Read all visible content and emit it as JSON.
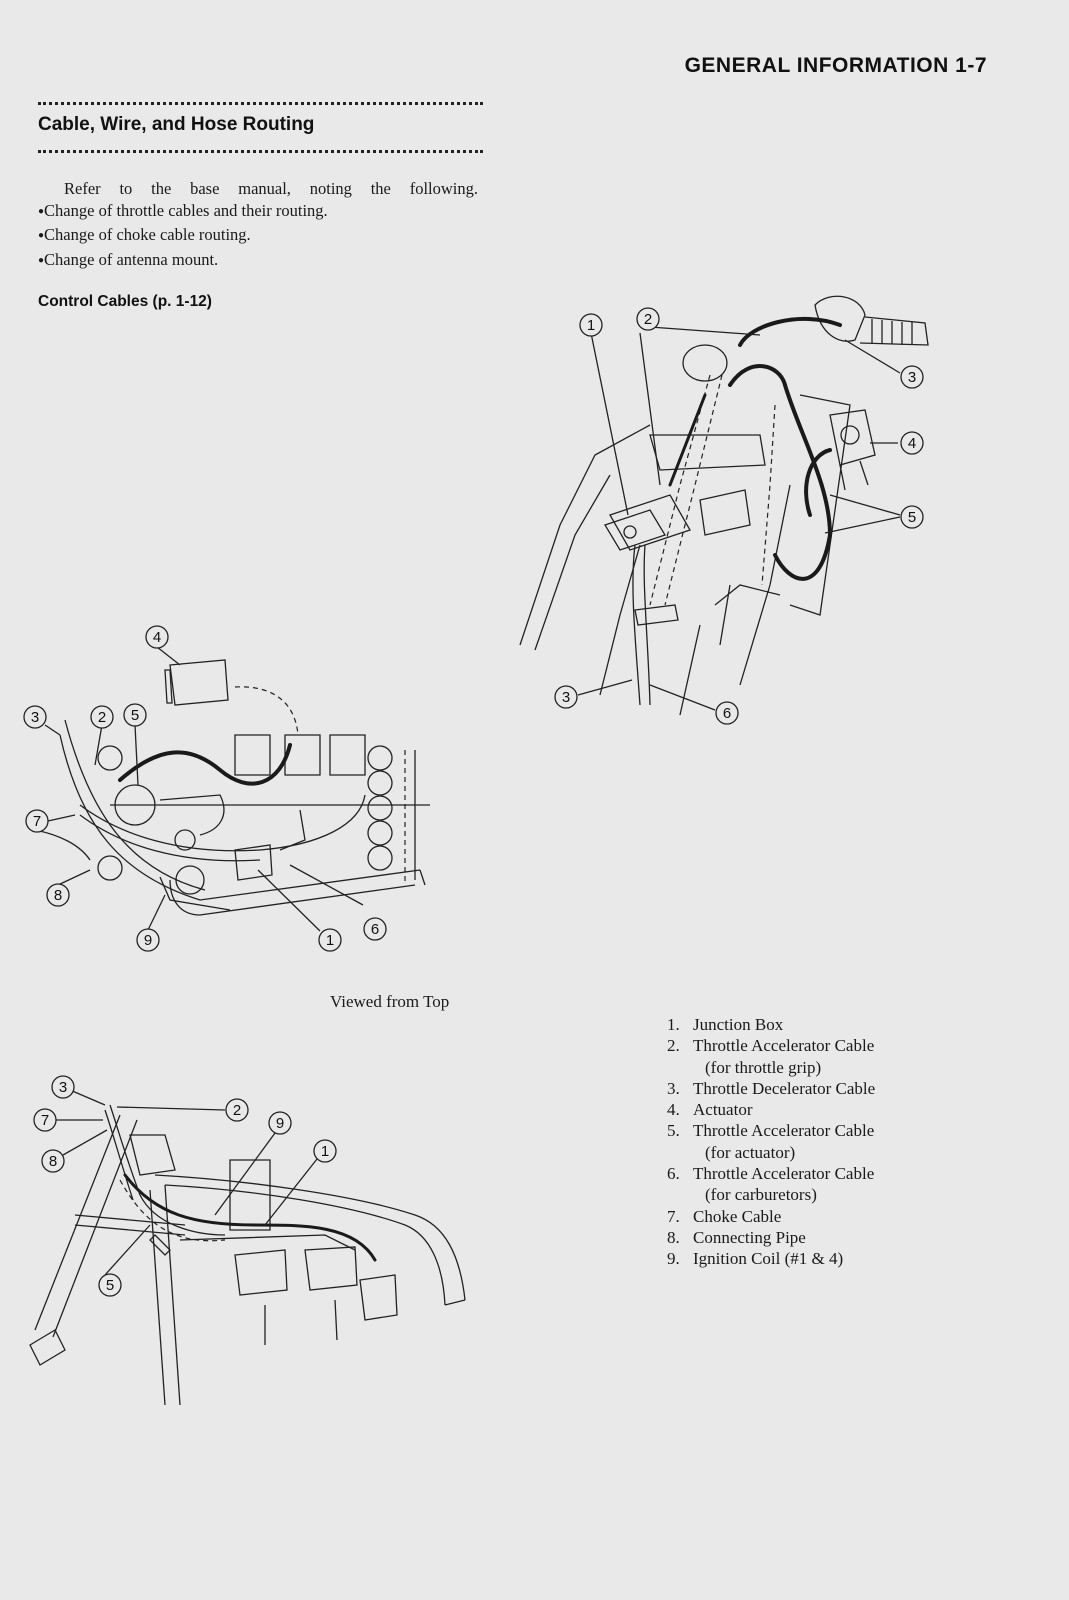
{
  "header": {
    "title": "GENERAL INFORMATION 1-7"
  },
  "section": {
    "title": "Cable, Wire, and Hose Routing"
  },
  "intro": {
    "lead": "Refer to the base manual, noting the following.",
    "bullets": [
      "Change of throttle cables and their routing.",
      "Change of choke cable routing.",
      "Change of antenna mount."
    ]
  },
  "subhead": "Control Cables (p. 1-12)",
  "caption": "Viewed from Top",
  "callouts": {
    "c1": "1",
    "c2": "2",
    "c3": "3",
    "c4": "4",
    "c5": "5",
    "c6": "6",
    "c7": "7",
    "c8": "8",
    "c9": "9"
  },
  "legend": [
    {
      "num": "1.",
      "label": "Junction Box",
      "sub": ""
    },
    {
      "num": "2.",
      "label": "Throttle Accelerator Cable",
      "sub": "(for throttle grip)"
    },
    {
      "num": "3.",
      "label": "Throttle Decelerator Cable",
      "sub": ""
    },
    {
      "num": "4.",
      "label": "Actuator",
      "sub": ""
    },
    {
      "num": "5.",
      "label": "Throttle Accelerator Cable",
      "sub": "(for actuator)"
    },
    {
      "num": "6.",
      "label": "Throttle Accelerator Cable",
      "sub": "(for carburetors)"
    },
    {
      "num": "7.",
      "label": "Choke Cable",
      "sub": ""
    },
    {
      "num": "8.",
      "label": "Connecting Pipe",
      "sub": ""
    },
    {
      "num": "9.",
      "label": "Ignition Coil (#1 & 4)",
      "sub": ""
    }
  ]
}
